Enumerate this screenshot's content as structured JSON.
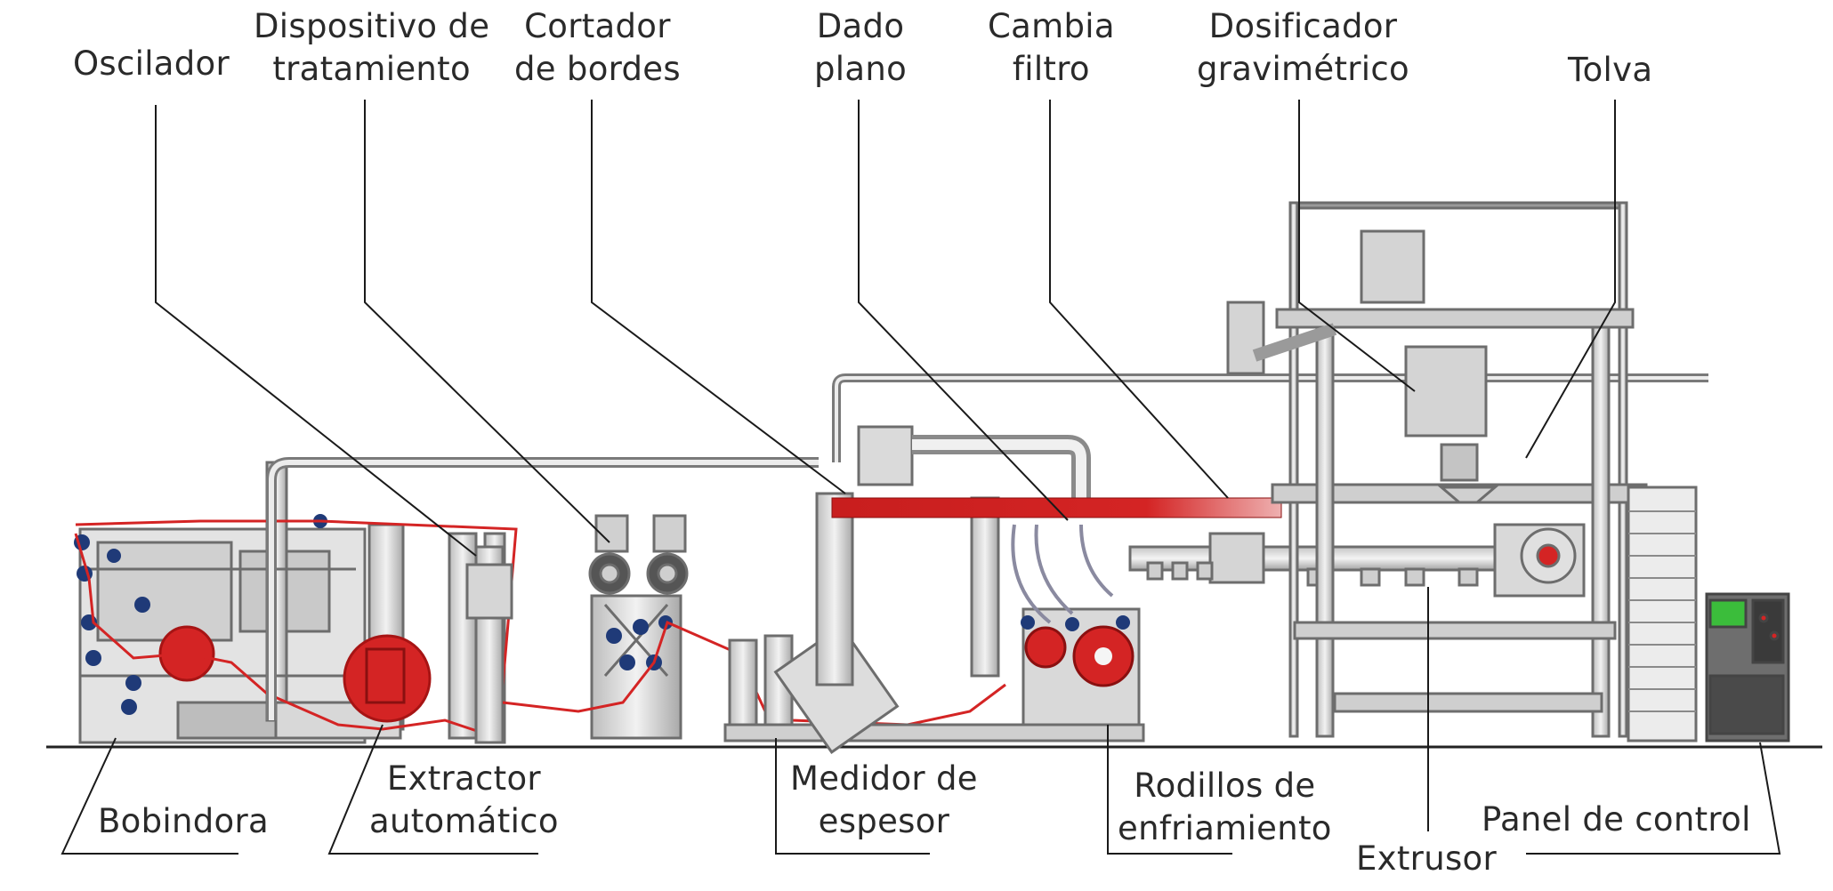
{
  "labels": {
    "oscilador": "Oscilador",
    "dispositivo_l1": "Dispositivo de",
    "dispositivo_l2": "tratamiento",
    "cortador_l1": "Cortador",
    "cortador_l2": "de bordes",
    "dado_l1": "Dado",
    "dado_l2": "plano",
    "cambia_l1": "Cambia",
    "cambia_l2": "filtro",
    "dosificador_l1": "Dosificador",
    "dosificador_l2": "gravimétrico",
    "tolva": "Tolva",
    "bobindora": "Bobindora",
    "extractor_l1": "Extractor",
    "extractor_l2": "automático",
    "medidor_l1": "Medidor de",
    "medidor_l2": "espesor",
    "rodillos_l1": "Rodillos de",
    "rodillos_l2": "enfriamiento",
    "extrusor": "Extrusor",
    "panel": "Panel de control"
  },
  "colors": {
    "film_red": "#d42424",
    "roll_blue": "#1f3a78",
    "frame": "#6d6d6d",
    "frame_fill": "#e6e6e6",
    "leader": "#1a1a1a",
    "text": "#2a2a2a"
  }
}
